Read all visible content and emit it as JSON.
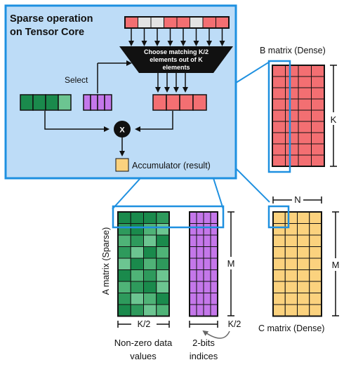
{
  "panel": {
    "title_line1": "Sparse operation",
    "title_line2": "on Tensor Core",
    "mux_line1": "Choose matching K/2",
    "mux_line2": "elements out of K",
    "mux_line3": "elements",
    "select_label": "Select",
    "multiply_symbol": "X",
    "accumulator_label": "Accumulator (result)"
  },
  "b_matrix": {
    "title": "B matrix (Dense)",
    "dim_label": "K"
  },
  "c_matrix": {
    "title": "C matrix (Dense)",
    "width_label": "N",
    "height_label": "M"
  },
  "a_matrix": {
    "side_label": "A matrix (Sparse)",
    "height_label": "M",
    "values_width_label": "K/2",
    "indices_width_label": "K/2",
    "values_caption_line1": "Non-zero data",
    "values_caption_line2": "values",
    "indices_caption_line1": "2-bits",
    "indices_caption_line2": "indices"
  },
  "colors": {
    "panel_bg": "#bddcf7",
    "highlight": "#1e90e0",
    "b_red": "#f36f72",
    "c_yellow": "#fbd27e",
    "green_dark": "#1a8a4c",
    "green_light": "#6cc591",
    "purple": "#c477ea",
    "gray_cell": "#e3e3e3"
  }
}
